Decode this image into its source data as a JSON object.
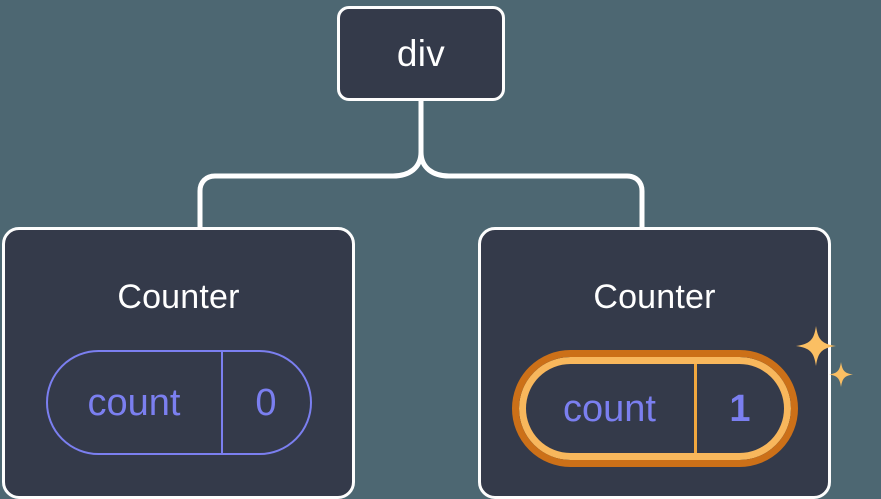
{
  "diagram": {
    "type": "component-tree",
    "background_color": "#4d6772",
    "node_fill_color": "#343a4a",
    "node_border_color": "#fdfdfd",
    "connector_color": "#ffffff",
    "accent_purple": "#7b7ff0",
    "highlight_outer_orange": "#cc7018",
    "highlight_inner_orange": "#f8b75c",
    "title_color": "#ffffff"
  },
  "root": {
    "label": "div"
  },
  "children": [
    {
      "title": "Counter",
      "state": {
        "key": "count",
        "value": "0",
        "highlighted": false
      }
    },
    {
      "title": "Counter",
      "state": {
        "key": "count",
        "value": "1",
        "highlighted": true
      },
      "sparkles": {
        "large_icon": "sparkle-icon",
        "small_icon": "sparkle-icon",
        "color": "#fbbf63"
      }
    }
  ]
}
